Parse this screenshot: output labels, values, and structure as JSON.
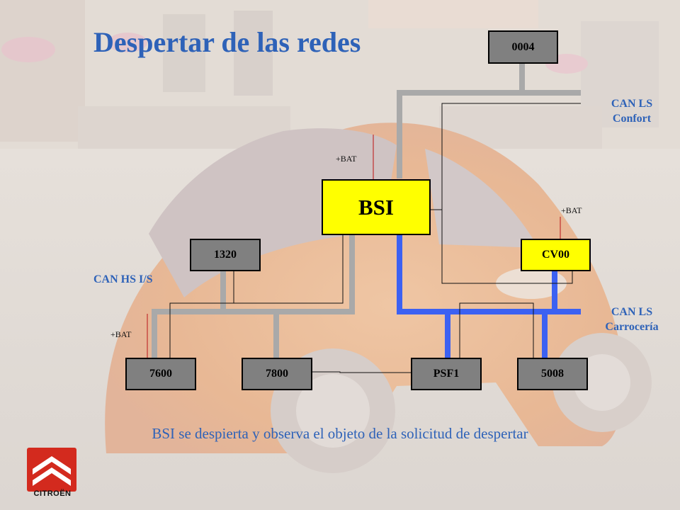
{
  "slide": {
    "title": "Despertar de las redes",
    "caption": "BSI se despierta y observa el objeto de la solicitud de despertar"
  },
  "labels": {
    "can_ls_confort_line1": "CAN LS",
    "can_ls_confort_line2": "Confort",
    "can_ls_carroceria_line1": "CAN LS",
    "can_ls_carroceria_line2": "Carrocería",
    "can_hs": "CAN HS I/S",
    "bat": "+BAT"
  },
  "nodes": {
    "n0004": "0004",
    "bsi": "BSI",
    "n1320": "1320",
    "cv00": "CV00",
    "n7600": "7600",
    "n7800": "7800",
    "psf1": "PSF1",
    "n5008": "5008"
  },
  "logo": {
    "brand": "CITROËN"
  },
  "colors": {
    "title_blue": "#2e62b8",
    "bus_grey": "#a9a9a9",
    "bus_blue": "#3c61f2",
    "node_grey": "#808080",
    "node_yellow": "#ffff00",
    "bat_red": "#c0302e",
    "logo_red": "#d32a1e"
  }
}
